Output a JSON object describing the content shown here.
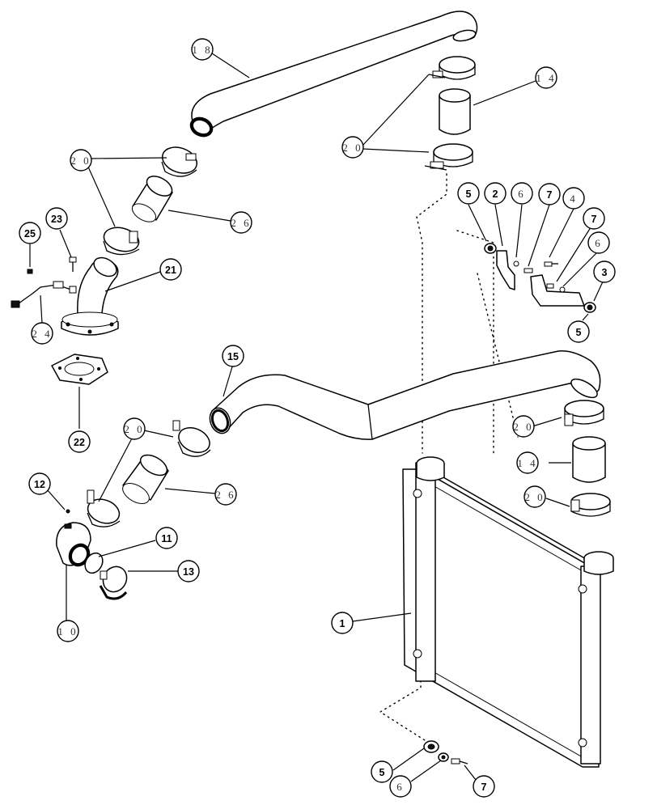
{
  "callouts": [
    {
      "id": "c-18",
      "label": "1 8"
    },
    {
      "id": "c-14-top",
      "label": "1 4"
    },
    {
      "id": "c-20-topright",
      "label": "2 0"
    },
    {
      "id": "c-20-left",
      "label": "2 0"
    },
    {
      "id": "c-26-top",
      "label": "2 6"
    },
    {
      "id": "c-25",
      "label": "25"
    },
    {
      "id": "c-23",
      "label": "23"
    },
    {
      "id": "c-21",
      "label": "21"
    },
    {
      "id": "c-24",
      "label": "2 4"
    },
    {
      "id": "c-22",
      "label": "22"
    },
    {
      "id": "c-5-top",
      "label": "5"
    },
    {
      "id": "c-2",
      "label": "2"
    },
    {
      "id": "c-6-top",
      "label": "6"
    },
    {
      "id": "c-7-top",
      "label": "7"
    },
    {
      "id": "c-4",
      "label": "4"
    },
    {
      "id": "c-7-mid",
      "label": "7"
    },
    {
      "id": "c-6-mid",
      "label": "6"
    },
    {
      "id": "c-3",
      "label": "3"
    },
    {
      "id": "c-5-mid",
      "label": "5"
    },
    {
      "id": "c-15",
      "label": "15"
    },
    {
      "id": "c-20-right1",
      "label": "2 0"
    },
    {
      "id": "c-14-right",
      "label": "1 4"
    },
    {
      "id": "c-20-right2",
      "label": "2 0"
    },
    {
      "id": "c-20-lower",
      "label": "2 0"
    },
    {
      "id": "c-26-lower",
      "label": "2 6"
    },
    {
      "id": "c-12",
      "label": "12"
    },
    {
      "id": "c-11",
      "label": "11"
    },
    {
      "id": "c-13",
      "label": "13"
    },
    {
      "id": "c-10",
      "label": "1 0"
    },
    {
      "id": "c-1",
      "label": "1"
    },
    {
      "id": "c-5-bot",
      "label": "5"
    },
    {
      "id": "c-6-bot",
      "label": "6"
    },
    {
      "id": "c-7-bot",
      "label": "7"
    }
  ]
}
